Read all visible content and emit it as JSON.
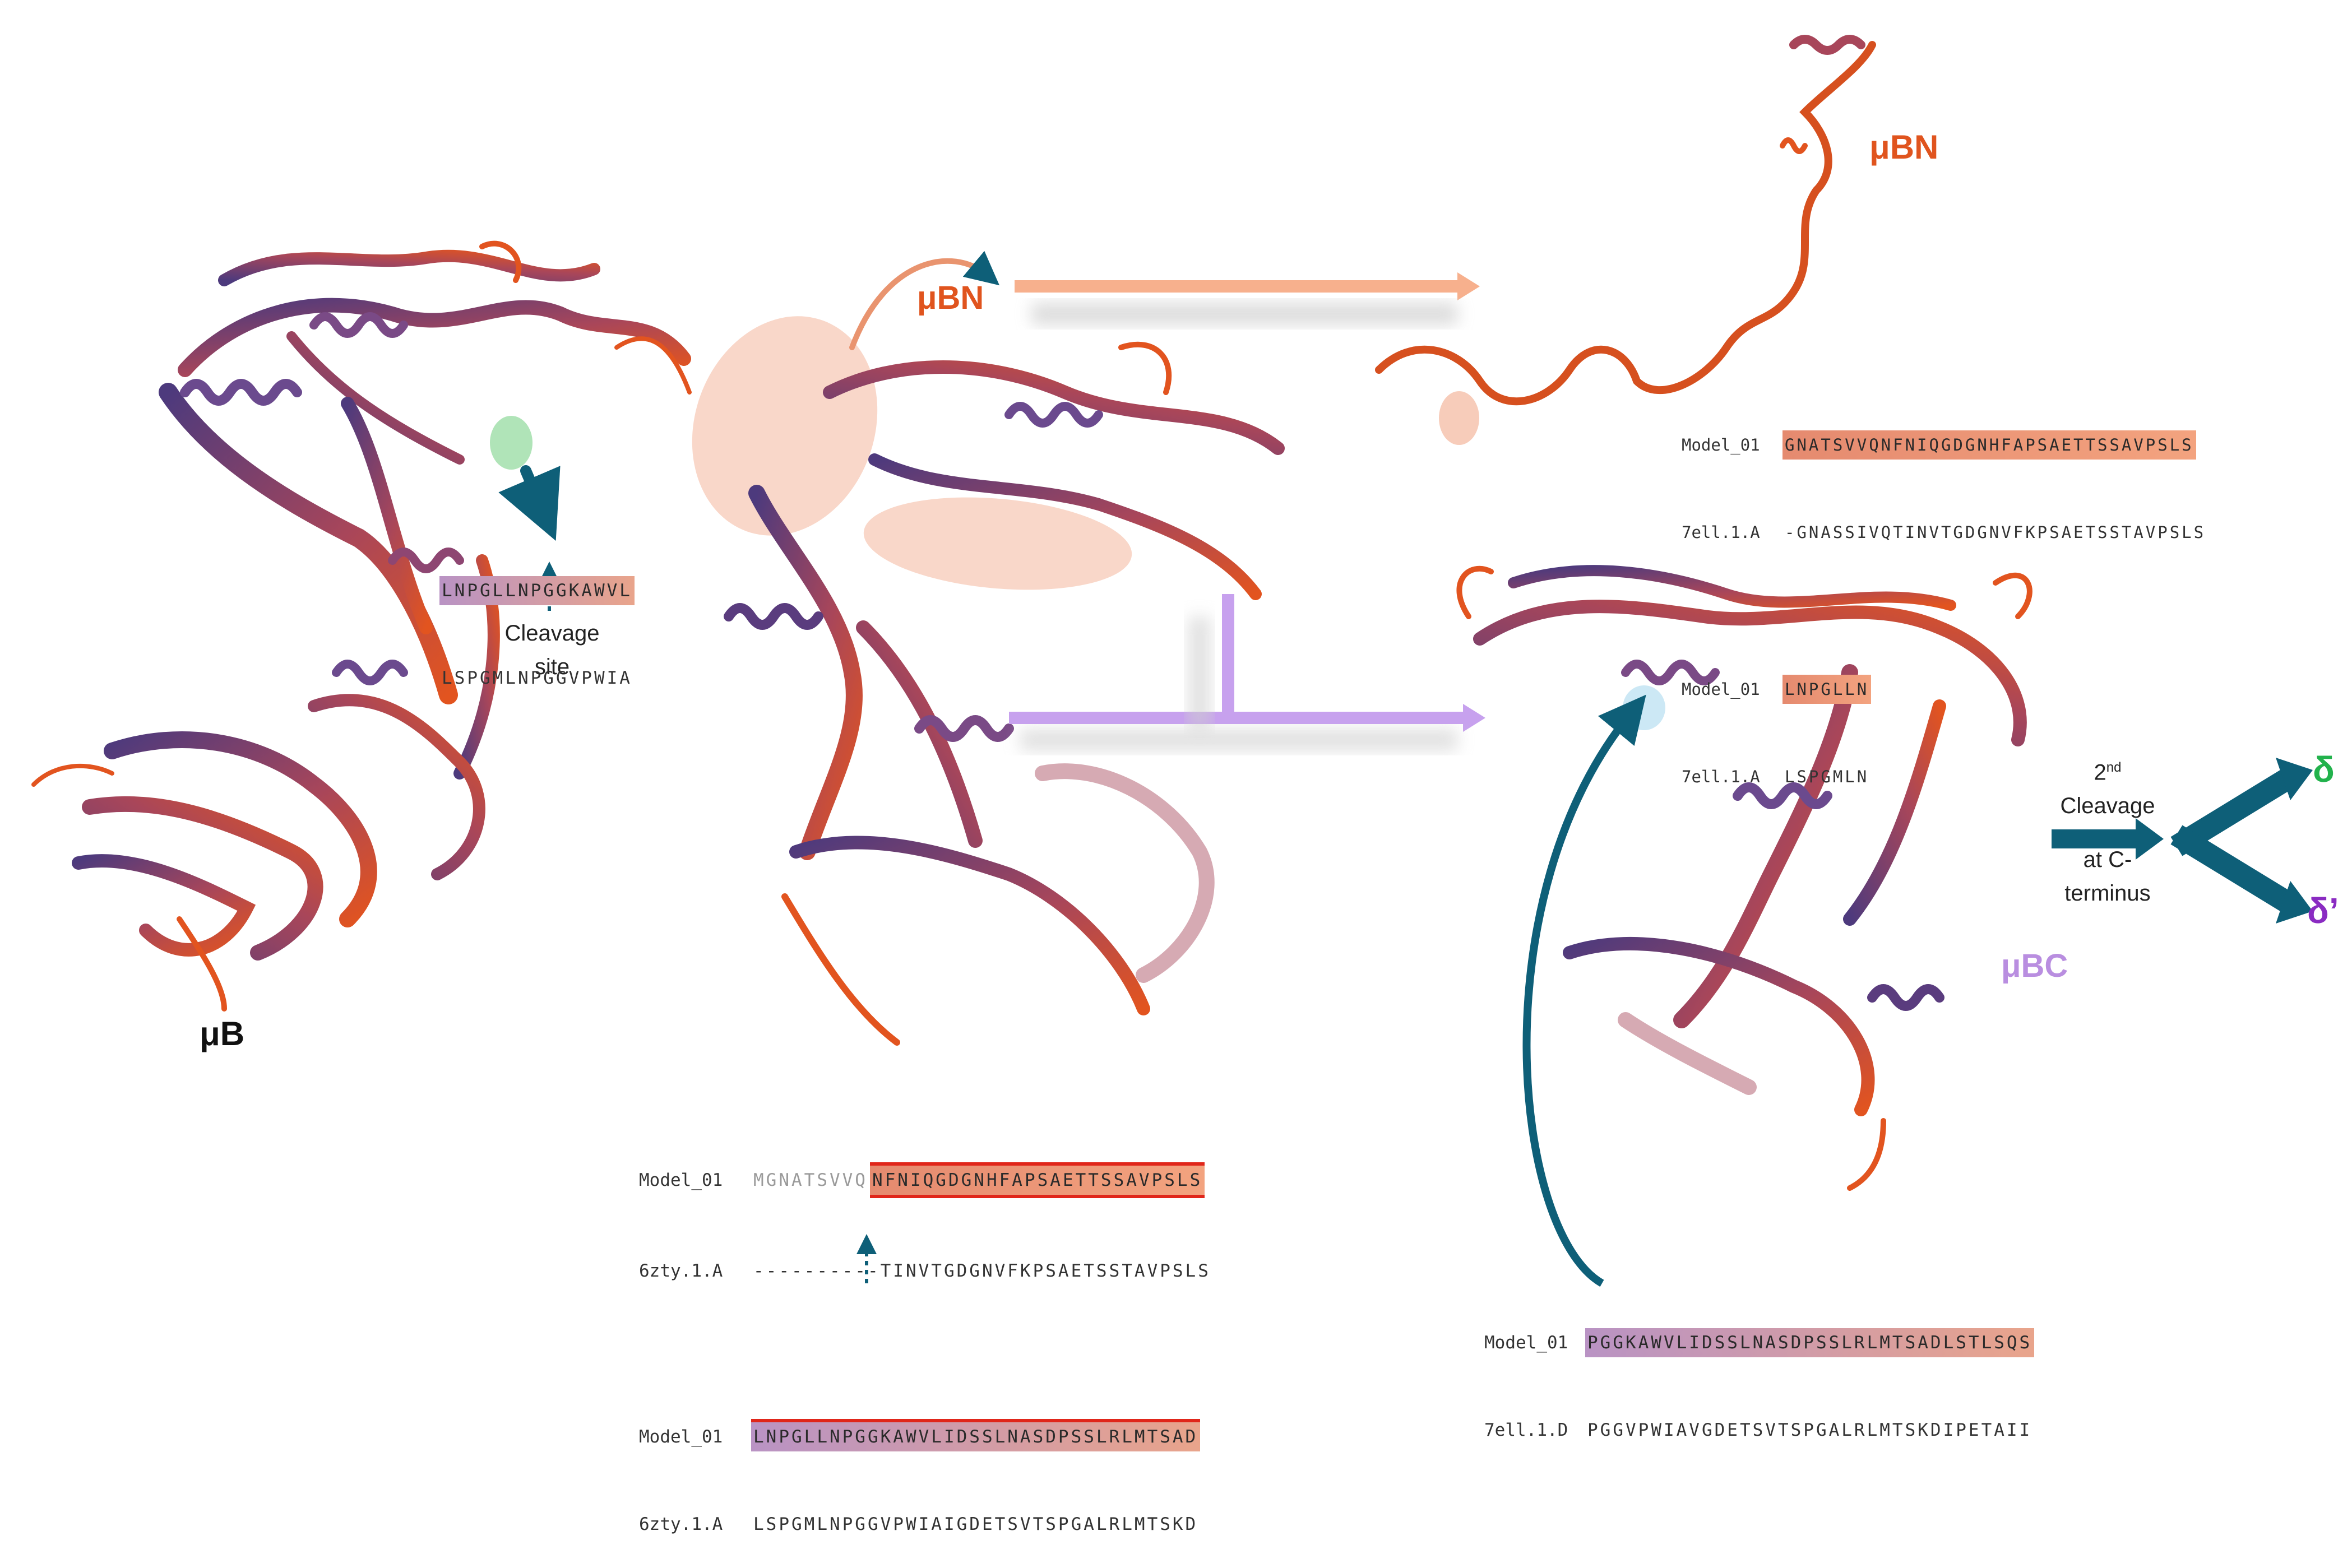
{
  "labels": {
    "mu_b": "μB",
    "mu_bn_top": "μBN",
    "mu_bn_mid": "μBN",
    "mu_bc": "μBC",
    "cleavage_site_line1": "Cleavage",
    "cleavage_site_line2": "site",
    "second_cleavage_line0": "2",
    "second_cleavage_sup": "nd",
    "second_cleavage_line1": "Cleavage",
    "second_cleavage_line2": "at C-",
    "second_cleavage_line3": "terminus",
    "delta": "δ",
    "delta_prime": "δ’"
  },
  "colors": {
    "orange_label": "#e0541e",
    "purple_label": "#b98ee0",
    "teal_arrow": "#0e5f78",
    "delta_green": "#22b24c",
    "delta_prime_purple": "#8a2bc2",
    "salmon_arrow": "#f7b08d",
    "lavender_arrow": "#c7a1ee",
    "ribbon_purple": "#5a3c7e",
    "ribbon_red": "#b0424a",
    "ribbon_orange": "#e2541f"
  },
  "alignments": {
    "left": {
      "row1_seq": "LNPGLLNPGGKAWVL",
      "row2_seq": "LSPGMLNPGGVPWIA"
    },
    "top_right": {
      "row1_name": "Model_01",
      "row1_seq": "GNATSVVQNFNIQGDGNHFAPSAETTSSAVPSLS",
      "row2_name": "7ell.1.A",
      "row2_seq": "-GNASSIVQTINVTGDGNVFKPSAETSSTAVPSLS",
      "row3_name": "Model_01",
      "row3_seq": "LNPGLLN",
      "row4_name": "7ell.1.A",
      "row4_seq": "LSPGMLN"
    },
    "bottom_center": {
      "row1_name": "Model_01",
      "row1_faded": "MGNATSVVQ",
      "row1_seq": "NFNIQGDGNHFAPSAETTSSAVPSLS",
      "row2_name": "6zty.1.A",
      "row2_seq": "----------TINVTGDGNVFKPSAETSSTAVPSLS",
      "row3_name": "Model_01",
      "row3_seq": "LNPGLLNPGGKAWVLIDSSLNASDPSSLRLMTSAD",
      "row4_name": "6zty.1.A",
      "row4_seq": "LSPGMLNPGGVPWIAIGDETSVTSPGALRLMTSKD"
    },
    "bottom_right": {
      "row1_name": "Model_01",
      "row1_seq": "PGGKAWVLIDSSLNASDPSSLRLMTSADLSTLSQS",
      "row2_name": "7ell.1.D",
      "row2_seq": "PGGVPWIAVGDETSVTSPGALRLMTSKDIPETAII"
    }
  }
}
